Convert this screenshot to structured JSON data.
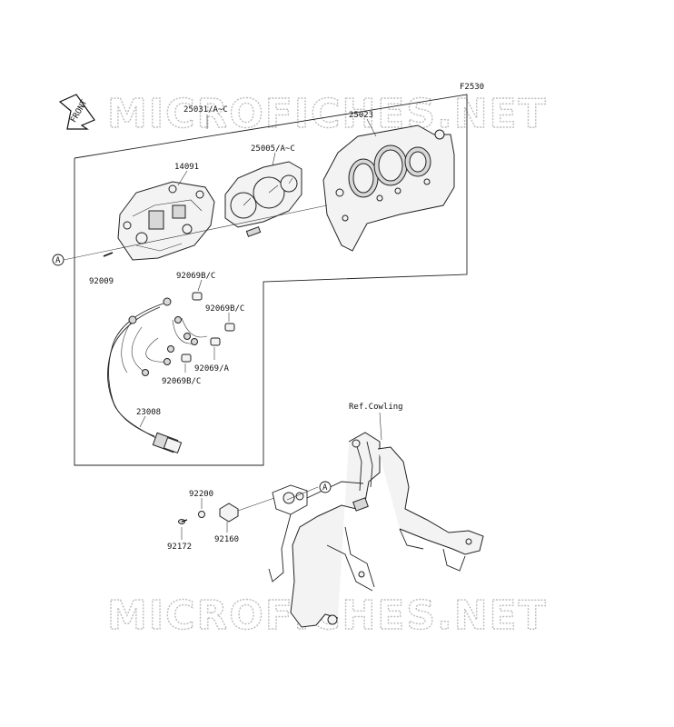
{
  "diagram": {
    "figure_code": "F2530",
    "watermark": "MICROFICHES.NET",
    "front_arrow": "FRONT",
    "ref_marker": "A",
    "ref_note": "Ref.Cowling",
    "parts": {
      "p25031": "25031/A~C",
      "p25023": "25023",
      "p25005": "25005/A~C",
      "p14091": "14091",
      "p92009": "92009",
      "p92069bc_1": "92069B/C",
      "p92069bc_2": "92069B/C",
      "p92069a": "92069/A",
      "p92069bc_3": "92069B/C",
      "p23008": "23008",
      "p92200": "92200",
      "p92172": "92172",
      "p92160": "92160"
    }
  }
}
